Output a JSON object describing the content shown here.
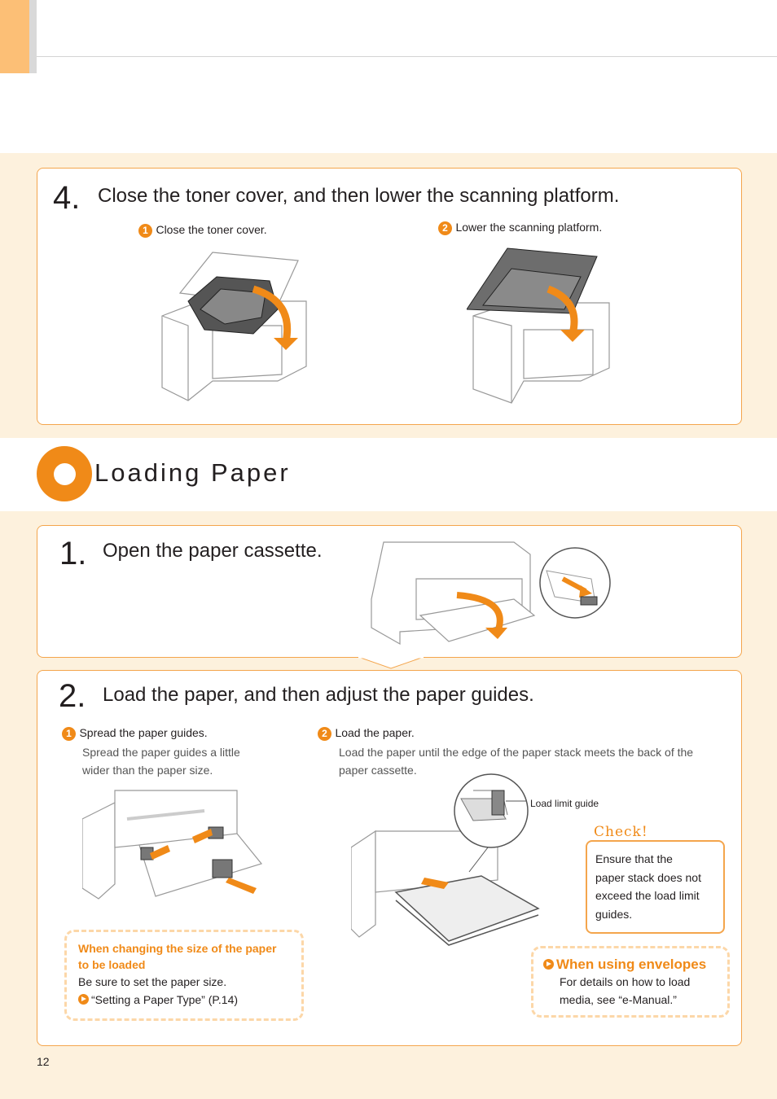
{
  "step4": {
    "number": "4.",
    "title": "Close the toner cover, and then lower the scanning platform.",
    "sub1_num": "1",
    "sub1_label": "Close the toner cover.",
    "sub2_num": "2",
    "sub2_label": "Lower the scanning platform."
  },
  "section": {
    "title": "Loading Paper"
  },
  "step1": {
    "number": "1.",
    "title": "Open the paper cassette."
  },
  "step2": {
    "number": "2.",
    "title": "Load the paper, and then adjust the paper guides.",
    "sub1_num": "1",
    "sub1_label": "Spread the paper guides.",
    "sub1_desc_line1": "Spread the paper guides a little",
    "sub1_desc_line2": "wider than the paper size.",
    "sub2_num": "2",
    "sub2_label": "Load the paper.",
    "sub2_desc_line1": "Load the paper until the edge of the paper stack meets the back of the",
    "sub2_desc_line2": "paper cassette.",
    "callout": "Load limit guide"
  },
  "check": {
    "title": "Check!",
    "line1": "Ensure that the",
    "line2": "paper stack does not",
    "line3": "exceed the load limit",
    "line4": "guides."
  },
  "note_size": {
    "head_line1": "When changing the size of the paper",
    "head_line2": "to be loaded",
    "text": "Be sure to set the paper size.",
    "link": "“Setting a Paper Type” (P.14)"
  },
  "note_envelopes": {
    "head": "When using envelopes",
    "line1": "For details on how to load",
    "line2": "media, see “e-Manual.”"
  },
  "footer": {
    "page_number": "12"
  },
  "colors": {
    "accent": "#f08a18",
    "border": "#f4a54c",
    "band": "#fdf1dd",
    "tab": "#fcbf76"
  }
}
